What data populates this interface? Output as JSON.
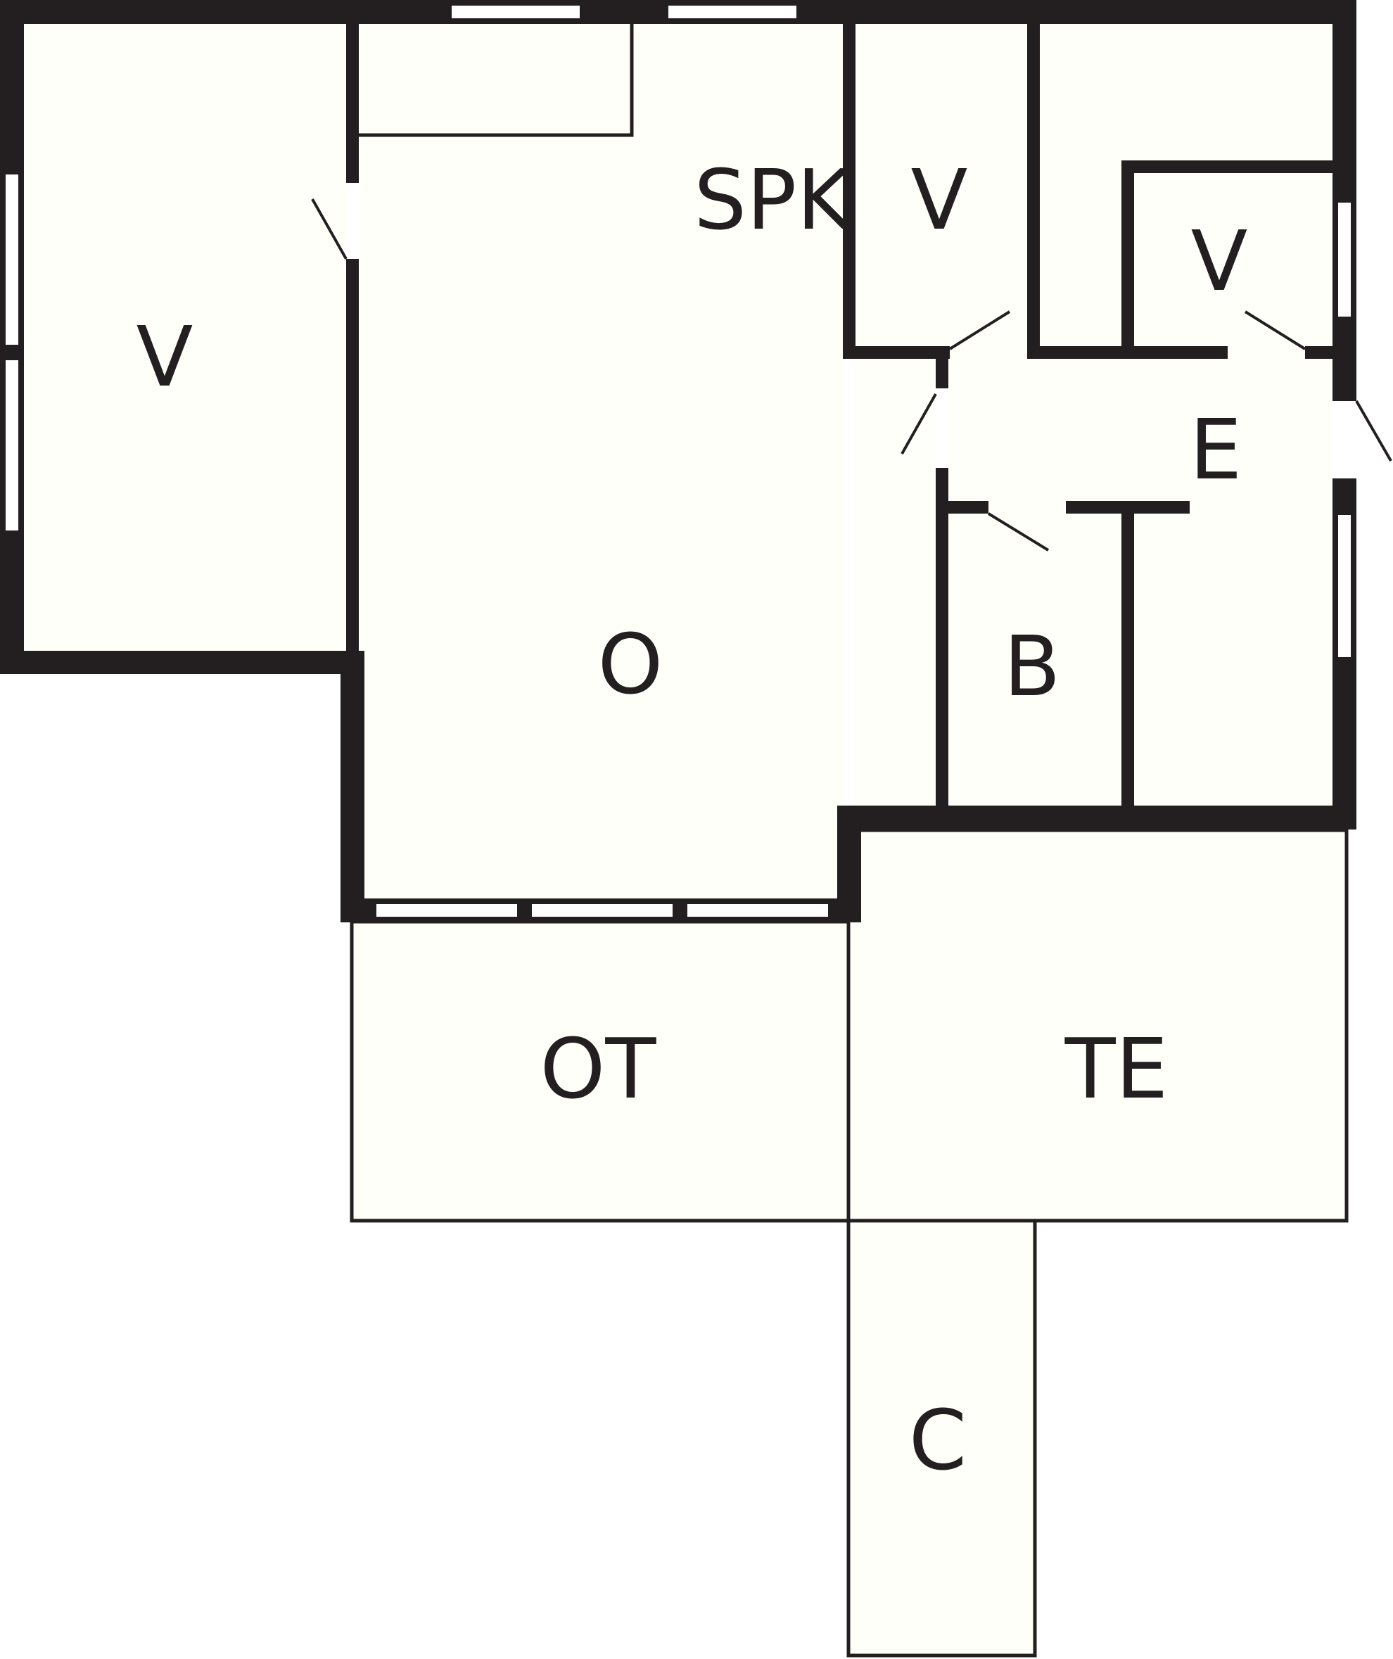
{
  "floorplan": {
    "colors": {
      "wall": "#231f20",
      "room_fill": "#fffffa",
      "background": "#ffffff"
    },
    "rooms": {
      "bedroom_west": "V",
      "kitchen": "SPK",
      "bedroom_north": "V",
      "bedroom_ne": "V",
      "hall": "E",
      "living": "O",
      "bathroom": "B",
      "balcony": "OT",
      "terrace": "TE",
      "storage": "C"
    }
  }
}
